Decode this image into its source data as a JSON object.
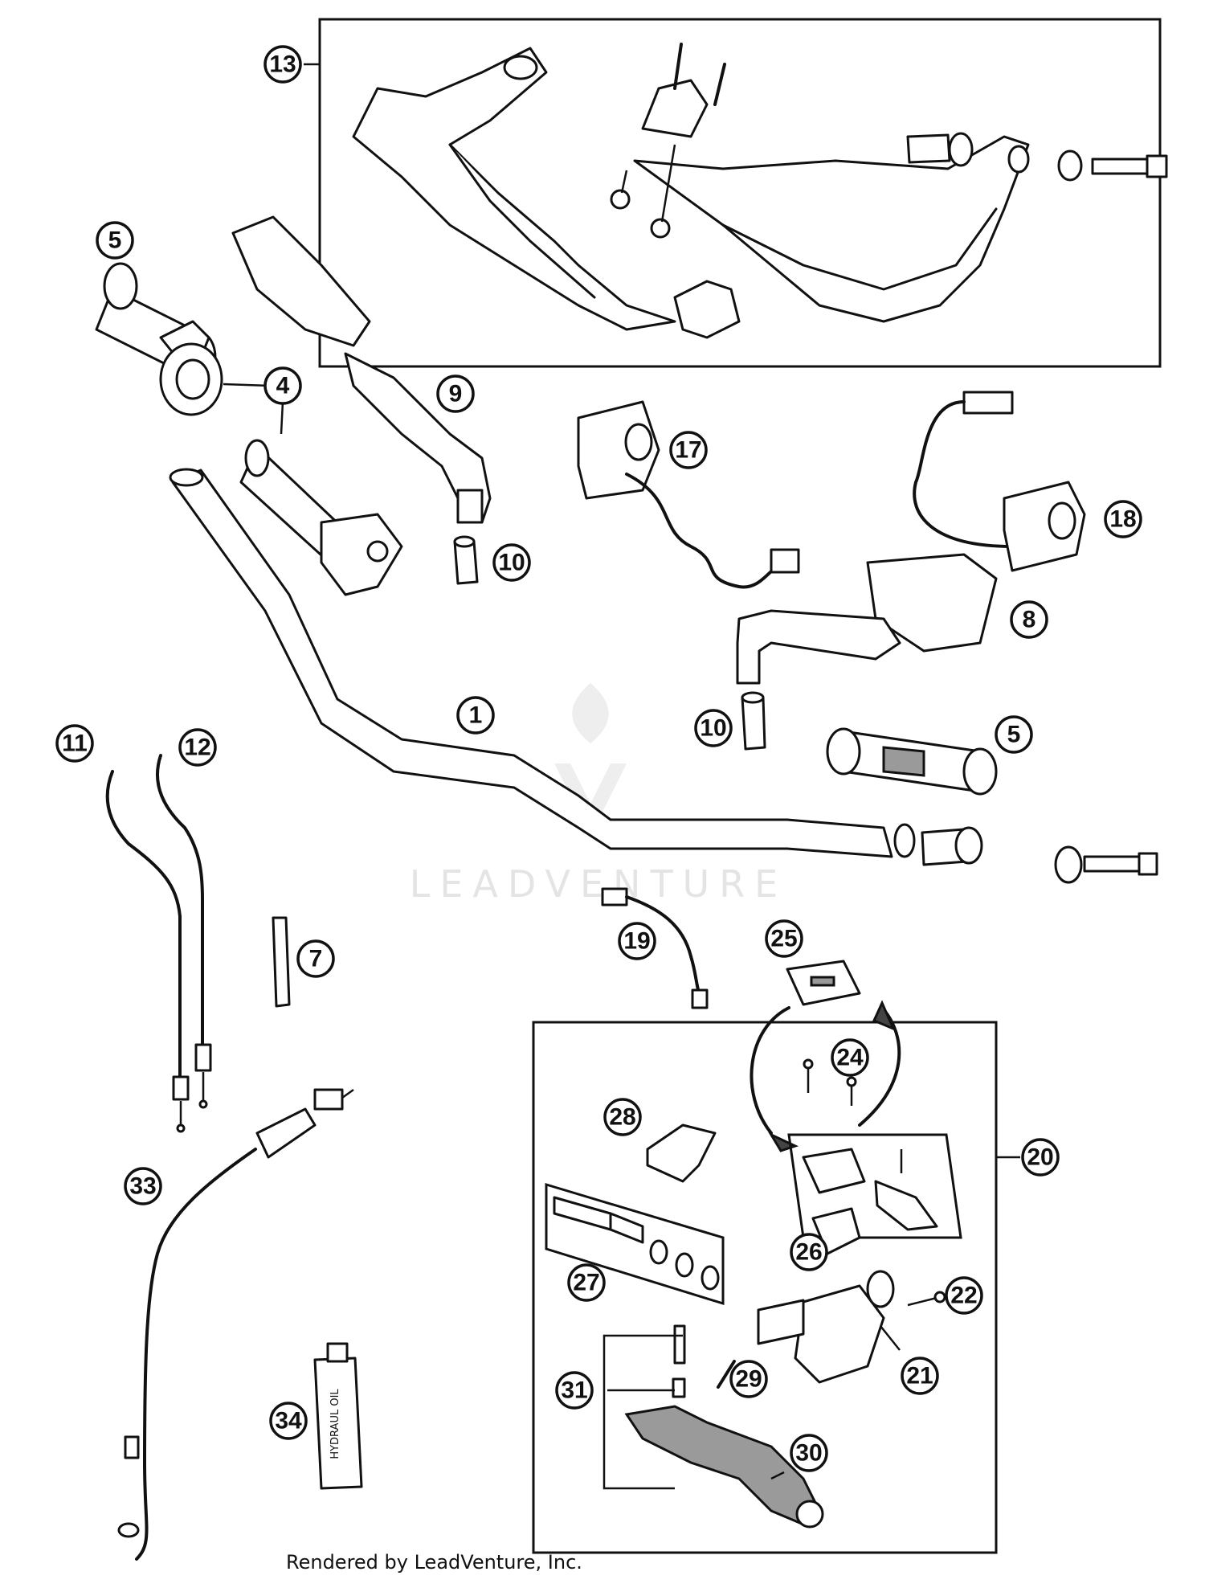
{
  "watermark": {
    "brand": "LEADVENTURE"
  },
  "credit": "Rendered by LeadVenture, Inc.",
  "bottle_label": "HYDRAUL OIL",
  "callouts": [
    "13",
    "5",
    "4",
    "9",
    "17",
    "18",
    "10",
    "8",
    "1",
    "10",
    "5",
    "11",
    "12",
    "7",
    "19",
    "25",
    "24",
    "28",
    "20",
    "27",
    "26",
    "22",
    "21",
    "29",
    "31",
    "30",
    "33",
    "34"
  ]
}
